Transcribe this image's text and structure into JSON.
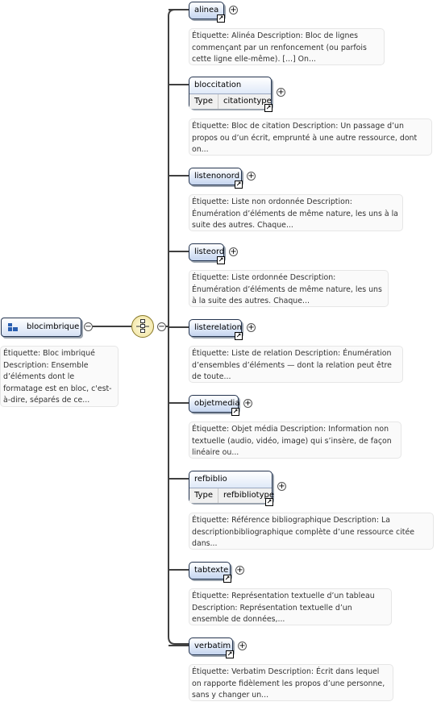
{
  "root": {
    "name": "blocimbrique",
    "doc": "Étiquette: Bloc imbriqué Description: Ensemble d’éléments dont le formatage est en bloc, c'est-à-dire, séparés de ce..."
  },
  "type_label": "Type",
  "children": [
    {
      "name": "alinea",
      "type": "",
      "doc": "Étiquette: Alinéa Description: Bloc de lignes commençant par un renfoncement (ou parfois cette ligne elle-même). [...] On..."
    },
    {
      "name": "bloccitation",
      "type": "citationtype",
      "doc": "Étiquette: Bloc de citation Description: Un passage d’un propos ou d’un écrit, emprunté à une autre ressource, dont on..."
    },
    {
      "name": "listenonord",
      "type": "",
      "doc": "Étiquette: Liste non ordonnée Description: Énumération d’éléments de même nature, les uns à la suite des autres. Chaque..."
    },
    {
      "name": "listeord",
      "type": "",
      "doc": "Étiquette: Liste ordonnée Description: Énumération d’éléments de même nature, les uns à la suite des autres. Chaque..."
    },
    {
      "name": "listerelation",
      "type": "",
      "doc": "Étiquette: Liste de relation Description: Énumération d’ensembles d’éléments — dont la relation peut être de toute..."
    },
    {
      "name": "objetmedia",
      "type": "",
      "doc": "Étiquette: Objet média Description: Information non textuelle (audio, vidéo, image) qui s’insère, de façon linéaire ou..."
    },
    {
      "name": "refbiblio",
      "type": "refbibliotype",
      "doc": "Étiquette: Référence bibliographique Description: La descriptionbibliographique complète d’une ressource citée dans..."
    },
    {
      "name": "tabtexte",
      "type": "",
      "doc": "Étiquette: Représentation textuelle d’un tableau Description: Représentation textuelle d’un ensemble de données,..."
    },
    {
      "name": "verbatim",
      "type": "",
      "doc": "Étiquette: Verbatim Description: Écrit dans lequel on rapporte fidèlement les propos d’une personne, sans y changer un..."
    }
  ]
}
